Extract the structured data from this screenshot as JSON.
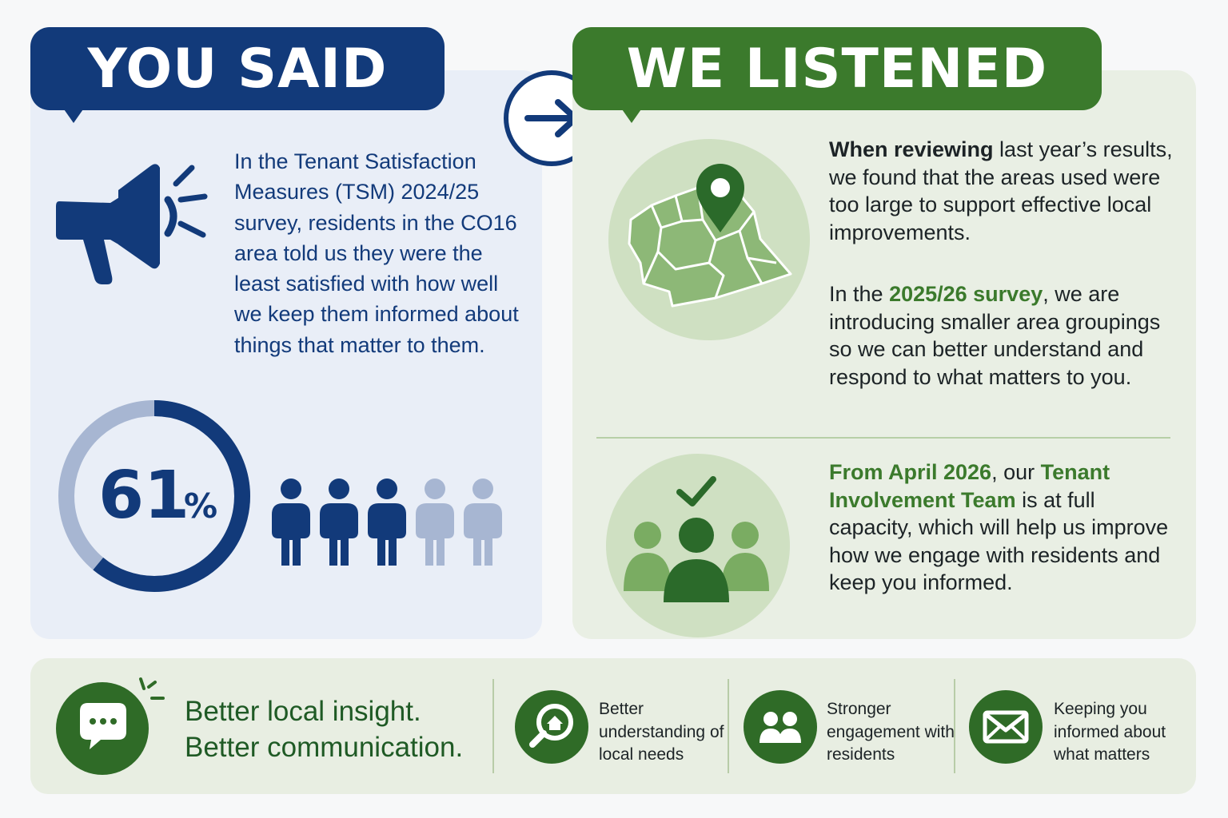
{
  "you_said": {
    "banner": "YOU SAID",
    "body": "In the Tenant Satisfaction Measures (TSM) 2024/25 survey, residents in the CO16 area told us they were the least satisfied with how well we keep them informed about things that matter to them.",
    "percent": {
      "number": "61",
      "symbol": "%",
      "value": 61
    },
    "people": {
      "total": 5,
      "highlighted": 3
    },
    "colors": {
      "primary": "#123a7a",
      "light": "#a7b6d2",
      "panel": "#e9eef7"
    }
  },
  "we_listened": {
    "banner": "WE LISTENED",
    "p1": {
      "bold": "When reviewing",
      "rest": " last year’s results, we found that the areas used were too large to support effective local improvements."
    },
    "p2": {
      "pre": "In the ",
      "highlight": "2025/26 survey",
      "post": ", we are introducing smaller area groupings so we can better understand and respond to what matters to you."
    },
    "p3": {
      "highlight1": "From April 2026",
      "mid": ", our ",
      "highlight2": "Tenant Involvement Team",
      "post": " is at full capacity, which will help us improve how we engage with residents and keep you informed."
    },
    "colors": {
      "primary": "#3b7a2c",
      "panel": "#e9efe4"
    }
  },
  "footer": {
    "tagline_line1": "Better local insight.",
    "tagline_line2": "Better communication.",
    "items": [
      {
        "icon": "magnifier-house-icon",
        "label": "Better understanding of local needs"
      },
      {
        "icon": "people-icon",
        "label": "Stronger engagement with residents"
      },
      {
        "icon": "envelope-icon",
        "label": "Keeping you informed about what matters"
      }
    ]
  }
}
